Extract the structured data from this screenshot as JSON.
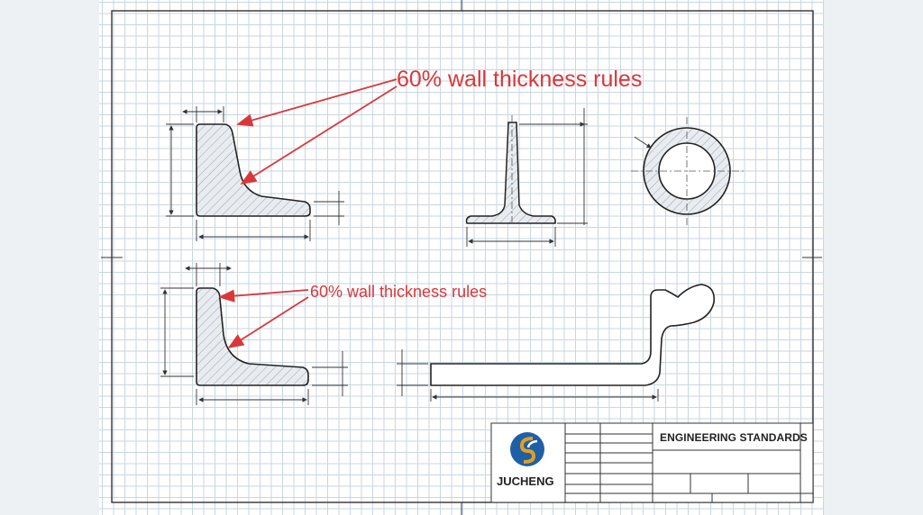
{
  "annotations": {
    "top_note": "60% wall thickness rules",
    "bottom_note": "60% wall thickness rules"
  },
  "title_block": {
    "title": "ENGINEERING STANDARDS",
    "company": "JUCHENG"
  },
  "colors": {
    "annotation_red": "#d9383a",
    "grid_blue": "#c9d6e2",
    "logo_blue": "#1f5fa8",
    "logo_gold": "#e0a020"
  }
}
